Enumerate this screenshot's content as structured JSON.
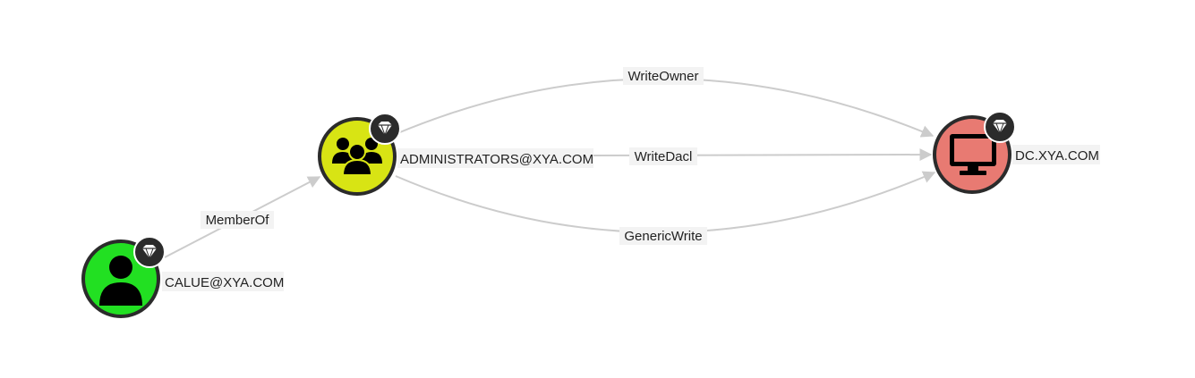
{
  "colors": {
    "user_fill": "#22e022",
    "group_fill": "#d8e414",
    "computer_fill": "#e87a72",
    "edge_stroke": "#cccccc",
    "node_ring": "#2b2b2b"
  },
  "nodes": [
    {
      "id": "calue",
      "label": "CALUE@XYA.COM",
      "kind": "user",
      "icon": "user-icon",
      "badge": "gem-icon"
    },
    {
      "id": "administrators",
      "label": "ADMINISTRATORS@XYA.COM",
      "kind": "group",
      "icon": "group-icon",
      "badge": "gem-icon"
    },
    {
      "id": "dc",
      "label": "DC.XYA.COM",
      "kind": "computer",
      "icon": "computer-icon",
      "badge": "gem-icon"
    }
  ],
  "edges": [
    {
      "from": "calue",
      "to": "administrators",
      "label": "MemberOf"
    },
    {
      "from": "administrators",
      "to": "dc",
      "label": "WriteOwner"
    },
    {
      "from": "administrators",
      "to": "dc",
      "label": "WriteDacl"
    },
    {
      "from": "administrators",
      "to": "dc",
      "label": "GenericWrite"
    }
  ]
}
